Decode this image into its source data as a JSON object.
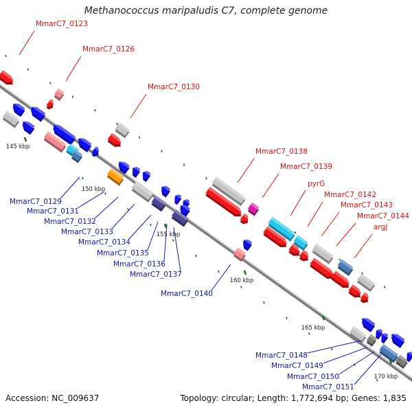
{
  "title": "Methanococcus maripaludis C7, complete genome",
  "footer": {
    "accession": "Accession: NC_009637",
    "summary": "Topology: circular; Length: 1,772,694 bp; Genes: 1,835"
  },
  "colors": {
    "red": "#f01818",
    "pink": "#f08a90",
    "gray": "#c4c4c4",
    "blue": "#1010ee",
    "cyan": "#28c8ee",
    "steel": "#4a7ab8",
    "navy": "#4a4494",
    "orange": "#ff9a10",
    "magenta": "#e01aa8",
    "darkgray": "#7a7a7a",
    "label_top": "#dd1111",
    "label_bottom": "#1515b0",
    "tick": "#116611"
  },
  "scale_labels": [
    "145 kbp",
    "150 kbp",
    "155 kbp",
    "160 kbp",
    "165 kbp",
    "170 kbp"
  ],
  "genes_top": [
    {
      "name": "MmarC7_0123",
      "color": "red"
    },
    {
      "name": "MmarC7_0126",
      "color": "red"
    },
    {
      "name": "MmarC7_0130",
      "color": "red"
    },
    {
      "name": "MmarC7_0138",
      "color": "red"
    },
    {
      "name": "MmarC7_0139",
      "color": "red"
    },
    {
      "name": "pyrG",
      "color": "red"
    },
    {
      "name": "MmarC7_0142",
      "color": "red"
    },
    {
      "name": "MmarC7_0143",
      "color": "red"
    },
    {
      "name": "MmarC7_0144",
      "color": "red"
    },
    {
      "name": "argJ",
      "color": "red"
    }
  ],
  "genes_bottom": [
    {
      "name": "MmarC7_0129"
    },
    {
      "name": "MmarC7_0131"
    },
    {
      "name": "MmarC7_0132"
    },
    {
      "name": "MmarC7_0133"
    },
    {
      "name": "MmarC7_0134"
    },
    {
      "name": "MmarC7_0135"
    },
    {
      "name": "MmarC7_0136"
    },
    {
      "name": "MmarC7_0137"
    },
    {
      "name": "MmarC7_0140"
    },
    {
      "name": "MmarC7_0148"
    },
    {
      "name": "MmarC7_0149"
    },
    {
      "name": "MmarC7_0150"
    },
    {
      "name": "MmarC7_0151"
    }
  ]
}
